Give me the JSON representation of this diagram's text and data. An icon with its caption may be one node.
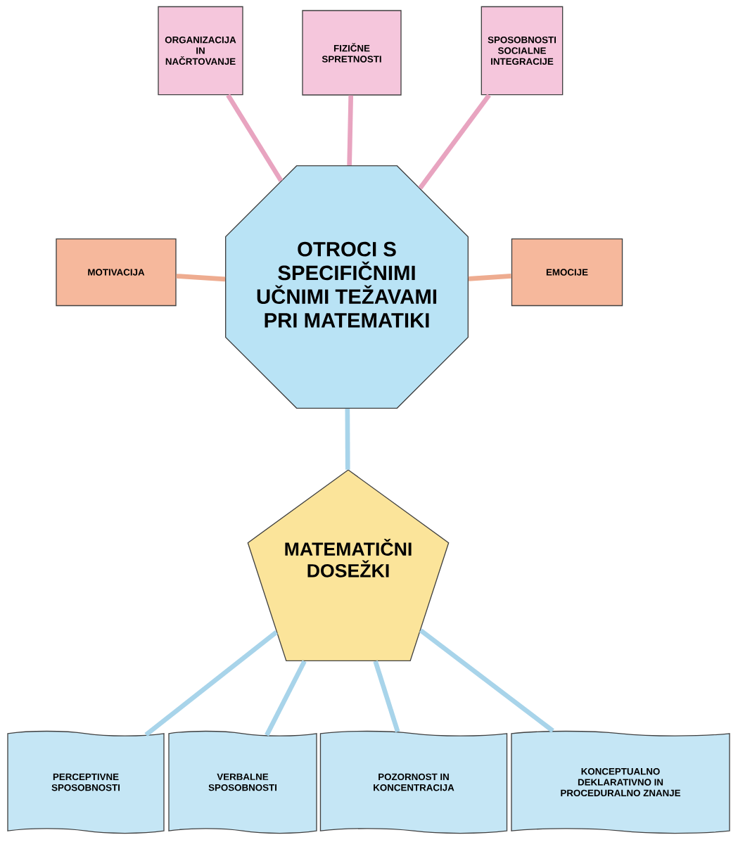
{
  "diagram": {
    "nodes": [
      {
        "text": [
          "OTROCI S SPECIFIČNIMI UČNIMI TEŽAVAMI PRI MATEMATIKI"
        ]
      },
      {
        "text": [
          "ORGANIZACIJA IN NAČRTOVANJE"
        ]
      },
      {
        "text": [
          "FIZIČNE SPRETNOSTI"
        ]
      },
      {
        "text": [
          "SPOSOBNOSTI SOCIALNE INTEGRACIJE"
        ]
      },
      {
        "text": [
          "MOTIVACIJA"
        ]
      },
      {
        "text": [
          "EMOCIJE"
        ]
      },
      {
        "text": [
          "MATEMATIČNI DOSEŽKI"
        ]
      },
      {
        "text": [
          "PERCEPTIVNE SPOSOBNOSTI"
        ]
      },
      {
        "text": [
          "VERBALNE SPOSOBNOSTI"
        ]
      },
      {
        "text": [
          "POZORNOST IN KONCENTRACIJA"
        ]
      },
      {
        "text": [
          "KONCEPTUALNO DEKLARATIVNO IN PROCEDURALNO ZNANJE"
        ]
      }
    ],
    "edges": [
      {
        "from": 0,
        "to": 1,
        "arrow": "none",
        "color": "#e8a4c0"
      },
      {
        "from": 0,
        "to": 2,
        "arrow": "none",
        "color": "#e8a4c0"
      },
      {
        "from": 0,
        "to": 3,
        "arrow": "none",
        "color": "#e8a4c0"
      },
      {
        "from": 0,
        "to": 4,
        "arrow": "none",
        "color": "#eeac90"
      },
      {
        "from": 0,
        "to": 5,
        "arrow": "none",
        "color": "#eeac90"
      },
      {
        "from": 0,
        "to": 6,
        "arrow": "none"
      },
      {
        "from": 6,
        "to": 7,
        "arrow": "none"
      },
      {
        "from": 6,
        "to": 8,
        "arrow": "none"
      },
      {
        "from": 6,
        "to": 9,
        "arrow": "none"
      },
      {
        "from": 6,
        "to": 10,
        "arrow": "none"
      }
    ]
  }
}
